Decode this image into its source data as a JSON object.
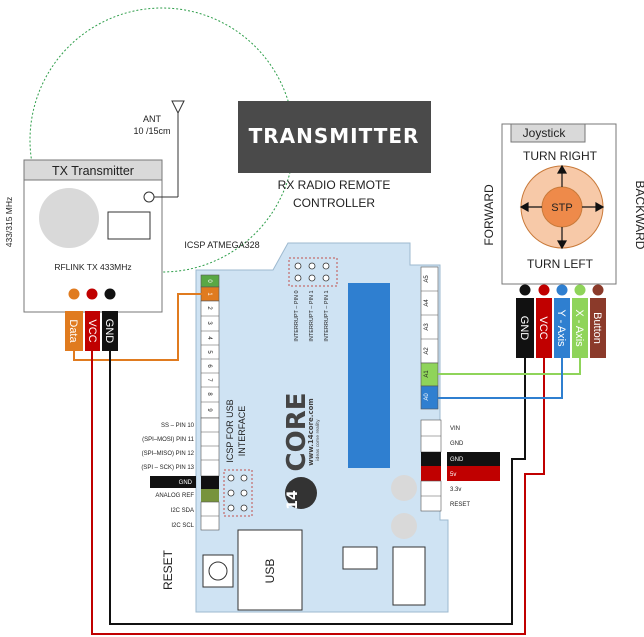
{
  "title_banner": {
    "text": "TRANSMITTER",
    "subtitle_line1": "RX RADIO REMOTE",
    "subtitle_line2": "CONTROLLER"
  },
  "antenna": {
    "label_line1": "ANT",
    "label_line2": "10 /15cm"
  },
  "tx_module": {
    "header": "TX  Transmitter",
    "name": "RFLINK TX 433MHz",
    "freq_label": "433/315 MHz",
    "pins": [
      "Data",
      "VCC",
      "GND"
    ]
  },
  "joystick": {
    "header": "Joystick",
    "center": "STP",
    "turn_right": "TURN RIGHT",
    "turn_left": "TURN LEFT",
    "forward": "FORWARD",
    "backward": "BACKWARD",
    "pins": [
      "GND",
      "VCC",
      "Y - Axis",
      "X - Axis",
      "Button"
    ]
  },
  "board": {
    "icsp_label": "ICSP ATMEGA328",
    "interrupt_labels": [
      "INTERRUPT – PIN 0",
      "INTERRUPT – PIN 1",
      "INTERRUPT – PIN 1"
    ],
    "left_header_labels": [
      "SS – PIN 10",
      "(SPI–MOSI) PIN 11",
      "(SPI–MISO) PIN 12",
      "(SPI – SCK) PIN 13",
      "GND",
      "ANALOG REF",
      "I2C SDA",
      "I2C SCL"
    ],
    "digital_pins": [
      "0",
      "1",
      "2",
      "3",
      "4",
      "5",
      "6",
      "7",
      "8",
      "9"
    ],
    "analog_pins": [
      "A5",
      "A4",
      "A3",
      "A2",
      "A1",
      "A0"
    ],
    "power_labels": [
      "VIN",
      "GND",
      "GND",
      "5v",
      "3.3v",
      "RESET"
    ],
    "icsp_usb_line1": "ICSP FOR USB",
    "icsp_usb_line2": "INTERFACE",
    "logo_number": "14",
    "logo_brand": "CORE",
    "logo_url": "www.14core.com",
    "logo_tagline": "ideas come reality",
    "usb_label": "USB",
    "reset_label": "RESET"
  },
  "colors": {
    "data_wire": "#e07b1f",
    "vcc_wire": "#c00000",
    "gnd_wire": "#111111",
    "y_axis_wire": "#2f7fd0",
    "x_axis_wire": "#8fd45a",
    "button_pin": "#8b3a2a",
    "board_fill": "#cfe3f3",
    "banner_fill": "#4a4a4a",
    "joystick_fill": "#f7c9a8",
    "joystick_center": "#ee8a4a",
    "module_header": "#d9d9d9"
  }
}
